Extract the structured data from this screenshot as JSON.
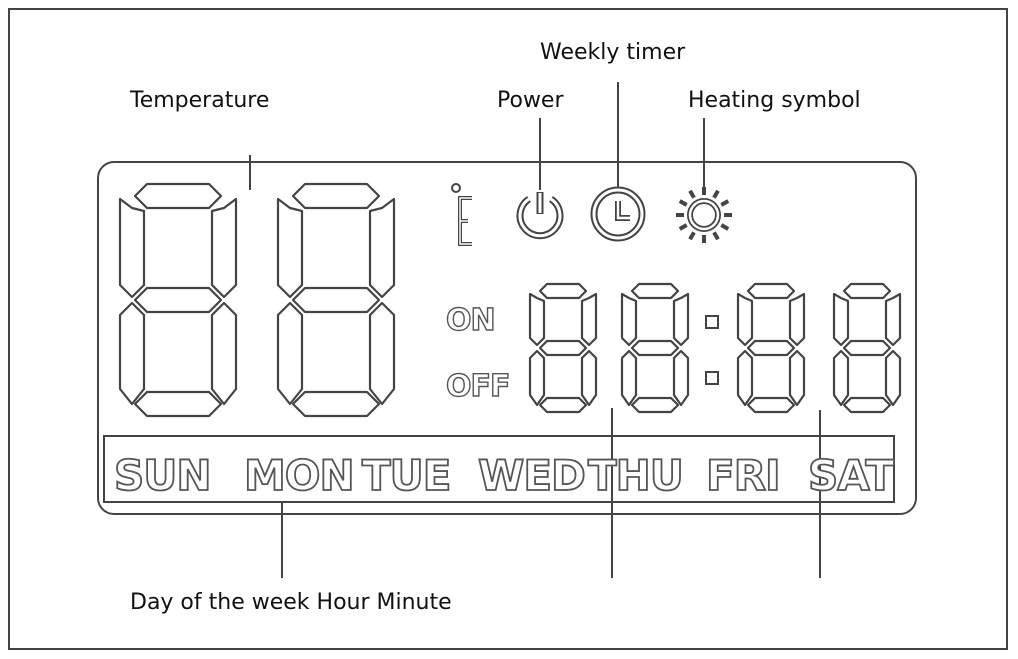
{
  "labels": {
    "temperature": "Temperature",
    "power": "Power",
    "weekly_timer": "Weekly timer",
    "heating_symbol": "Heating symbol",
    "bottom": "Day of the week Hour Minute"
  },
  "display": {
    "on_label": "ON",
    "off_label": "OFF",
    "unit_symbol": "°C",
    "days": [
      "SUN",
      "MON",
      "TUE",
      "WED",
      "THU",
      "FRI",
      "SAT"
    ]
  },
  "icons": [
    "power-icon",
    "clock-icon",
    "sun-icon"
  ],
  "colors": {
    "line": "#444444",
    "background": "#ffffff"
  }
}
